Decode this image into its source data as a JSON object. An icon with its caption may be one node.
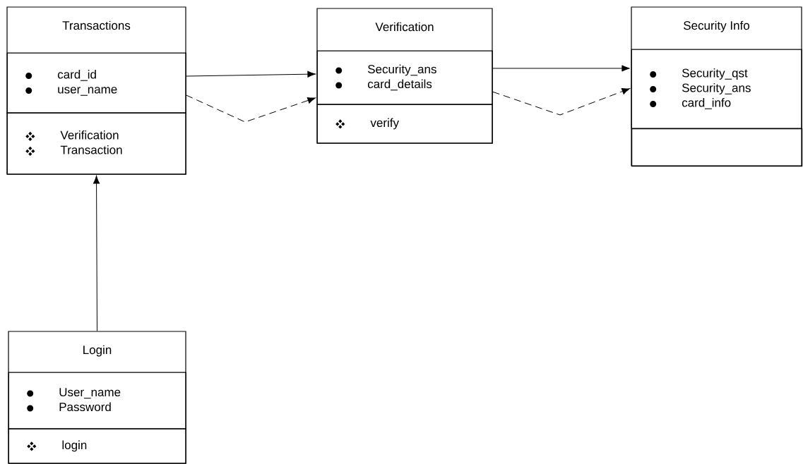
{
  "diagram": {
    "nodes": [
      {
        "text": [
          "Transactions"
        ]
      },
      {
        "text": [
          "card_id",
          "user_name"
        ],
        "in": 0
      },
      {
        "text": [
          "Verification",
          "Transaction"
        ],
        "in": 0
      },
      {
        "text": [
          "Verification"
        ]
      },
      {
        "text": [
          "Security_ans",
          "card_details"
        ],
        "in": 3
      },
      {
        "text": [
          "verify"
        ],
        "in": 3
      },
      {
        "text": [
          "Security Info"
        ]
      },
      {
        "text": [
          "Security_qst",
          "Security_ans",
          "card_info"
        ],
        "in": 6
      },
      {
        "text": [],
        "shape": "box",
        "in": 6
      },
      {
        "text": [
          "Login"
        ]
      },
      {
        "text": [
          "User_name",
          "Password"
        ],
        "in": 9
      },
      {
        "text": [
          "login"
        ],
        "in": 9
      }
    ],
    "edges": [
      {
        "from": 0,
        "to": 3,
        "arrow": "to"
      },
      {
        "from": 0,
        "to": 3,
        "arrow": "to",
        "style": "dashed"
      },
      {
        "from": 3,
        "to": 6,
        "arrow": "to"
      },
      {
        "from": 3,
        "to": 6,
        "arrow": "to",
        "style": "dashed"
      },
      {
        "from": 9,
        "to": 0,
        "arrow": "to"
      }
    ]
  }
}
